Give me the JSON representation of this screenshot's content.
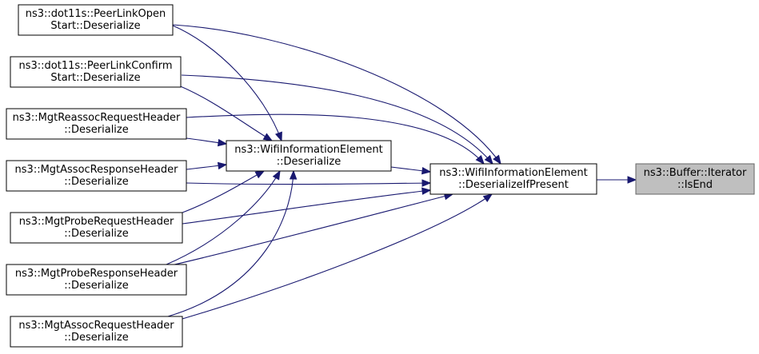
{
  "nodes": [
    {
      "id": "peerlinkopen",
      "name": "node-peerlinkopen",
      "lines": [
        "ns3::dot11s::PeerLinkOpen",
        "Start::Deserialize"
      ]
    },
    {
      "id": "peerlinkconfirm",
      "name": "node-peerlinkconfirm",
      "lines": [
        "ns3::dot11s::PeerLinkConfirm",
        "Start::Deserialize"
      ]
    },
    {
      "id": "reassocreq",
      "name": "node-mgtreassocrequestheader",
      "lines": [
        "ns3::MgtReassocRequestHeader",
        "::Deserialize"
      ]
    },
    {
      "id": "assocresp",
      "name": "node-mgtassocresponseheader",
      "lines": [
        "ns3::MgtAssocResponseHeader",
        "::Deserialize"
      ]
    },
    {
      "id": "probereq",
      "name": "node-mgtproberequestheader",
      "lines": [
        "ns3::MgtProbeRequestHeader",
        "::Deserialize"
      ]
    },
    {
      "id": "proberesp",
      "name": "node-mgtproberesponseheader",
      "lines": [
        "ns3::MgtProbeResponseHeader",
        "::Deserialize"
      ]
    },
    {
      "id": "assocreq",
      "name": "node-mgtassocrequestheader",
      "lines": [
        "ns3::MgtAssocRequestHeader",
        "::Deserialize"
      ]
    },
    {
      "id": "wifiie",
      "name": "node-wifiinformationelement-deserialize",
      "lines": [
        "ns3::WifiInformationElement",
        "::Deserialize"
      ]
    },
    {
      "id": "wifiiepresent",
      "name": "node-wifiinformationelement-deserializeifpresent",
      "lines": [
        "ns3::WifiInformationElement",
        "::DeserializeIfPresent"
      ]
    },
    {
      "id": "isend",
      "name": "node-buffer-iterator-isend",
      "lines": [
        "ns3::Buffer::Iterator",
        "::IsEnd"
      ],
      "highlight": true
    }
  ],
  "edges": [
    {
      "from": "peerlinkopen",
      "to": "wifiie"
    },
    {
      "from": "peerlinkopen",
      "to": "wifiiepresent"
    },
    {
      "from": "peerlinkconfirm",
      "to": "wifiie"
    },
    {
      "from": "peerlinkconfirm",
      "to": "wifiiepresent"
    },
    {
      "from": "reassocreq",
      "to": "wifiie"
    },
    {
      "from": "reassocreq",
      "to": "wifiiepresent"
    },
    {
      "from": "assocresp",
      "to": "wifiie"
    },
    {
      "from": "assocresp",
      "to": "wifiiepresent"
    },
    {
      "from": "probereq",
      "to": "wifiie"
    },
    {
      "from": "probereq",
      "to": "wifiiepresent"
    },
    {
      "from": "proberesp",
      "to": "wifiie"
    },
    {
      "from": "proberesp",
      "to": "wifiiepresent"
    },
    {
      "from": "assocreq",
      "to": "wifiie"
    },
    {
      "from": "assocreq",
      "to": "wifiiepresent"
    },
    {
      "from": "wifiie",
      "to": "wifiiepresent"
    },
    {
      "from": "wifiiepresent",
      "to": "isend"
    }
  ],
  "colors": {
    "edge": "#191970",
    "highlight_fill": "#bfbfbf",
    "node_border": "#000000"
  }
}
